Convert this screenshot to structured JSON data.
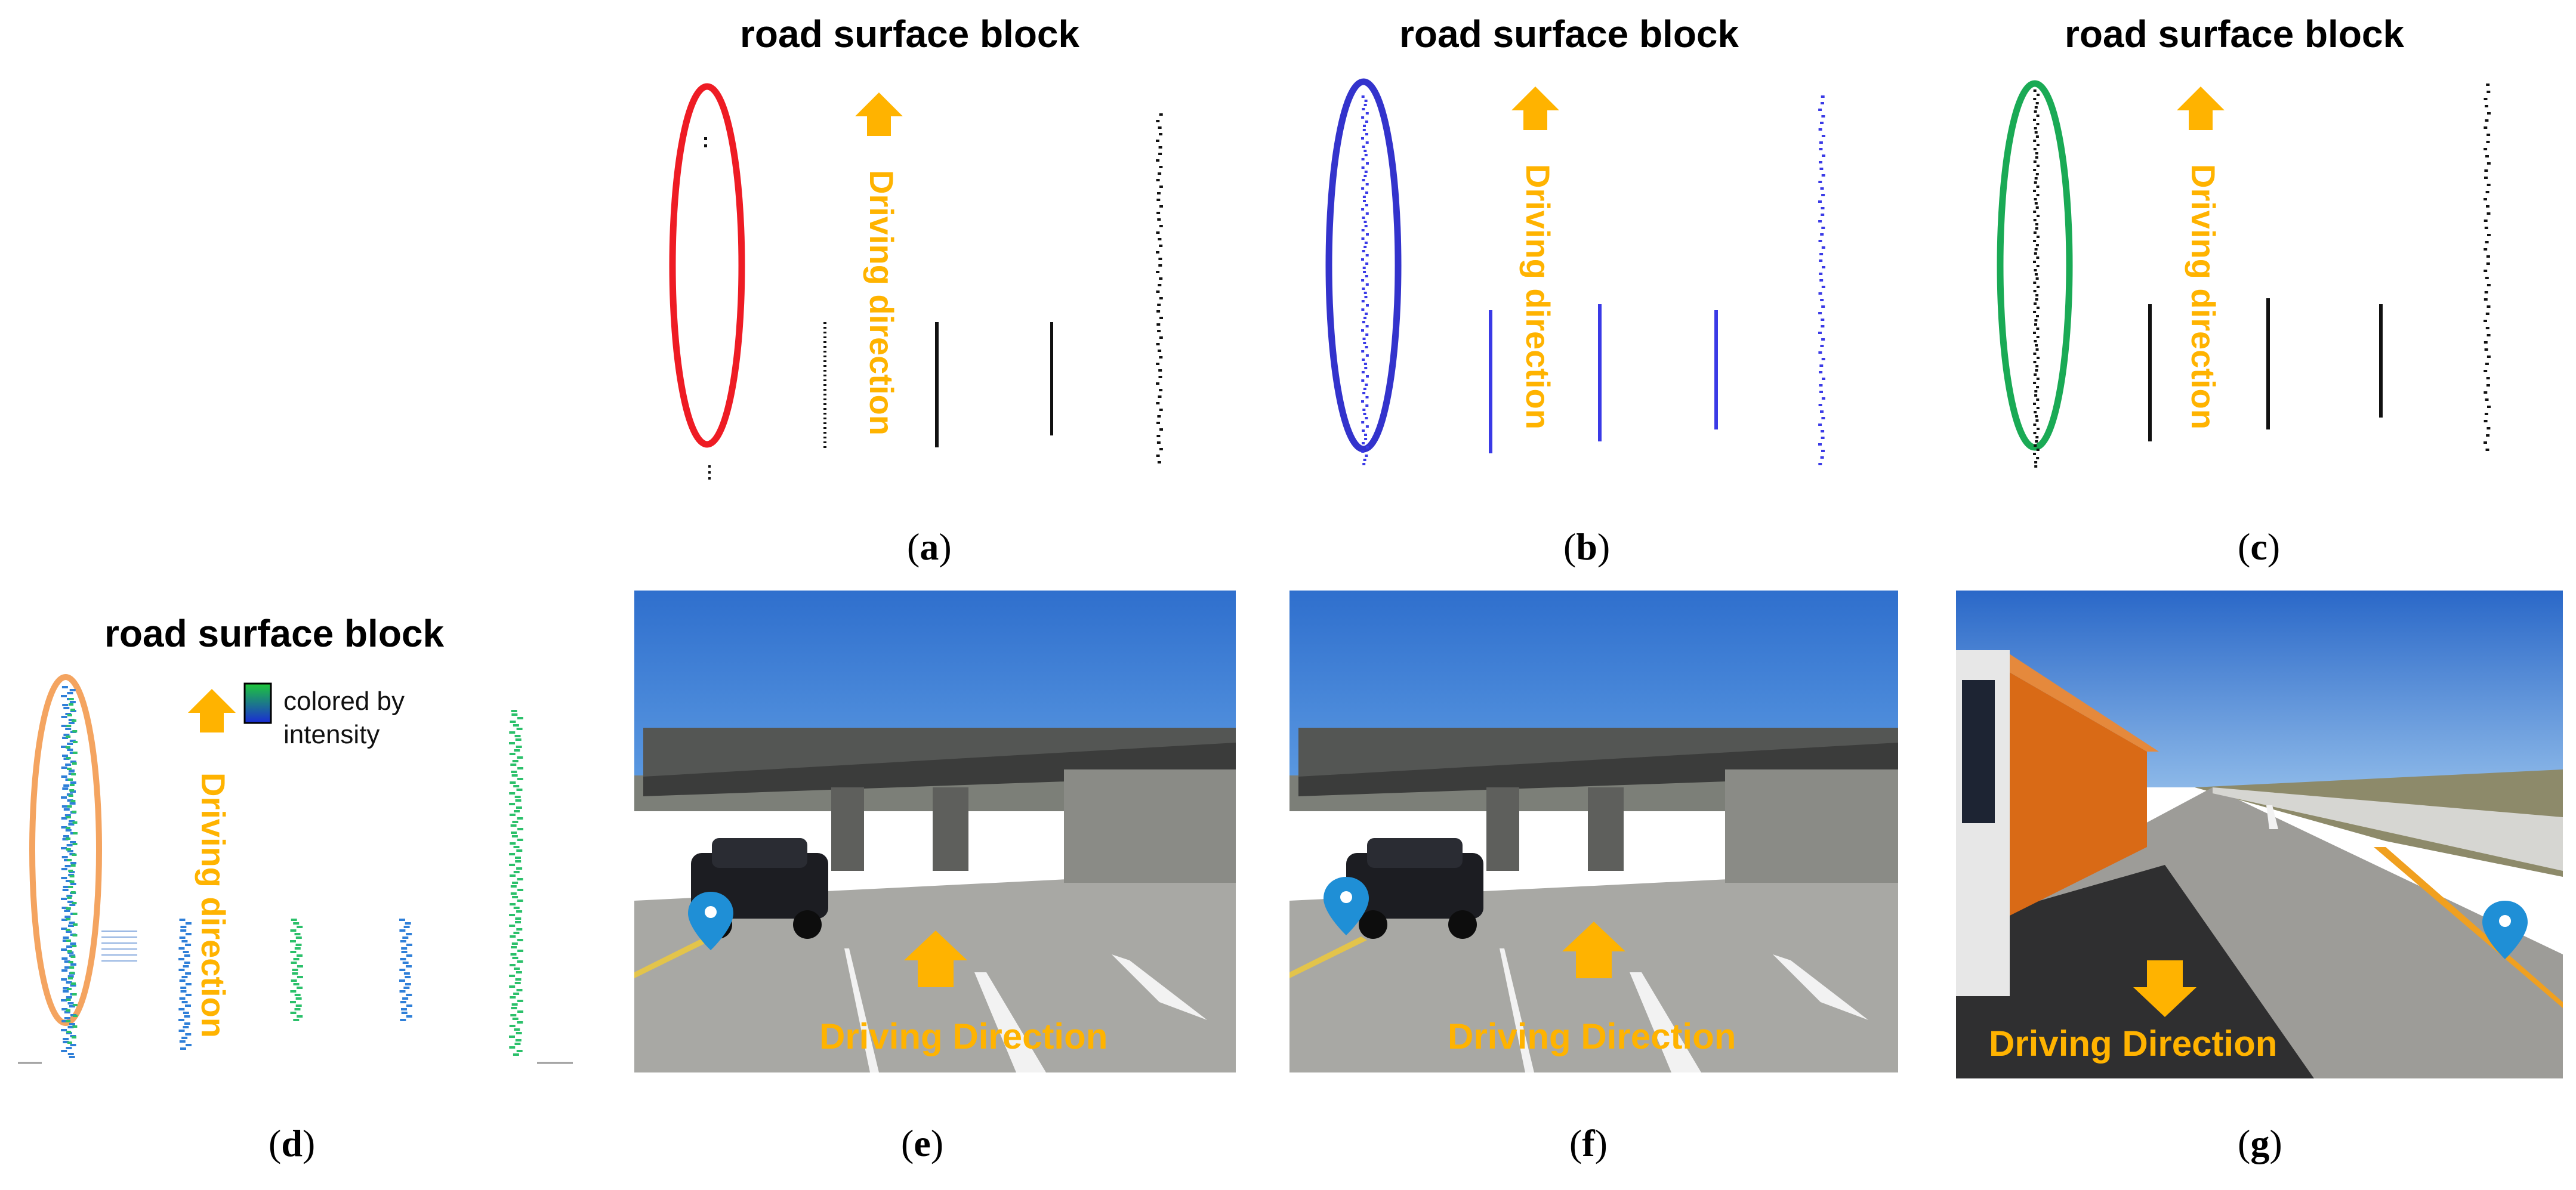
{
  "panels": {
    "a": {
      "title": "road surface block",
      "label": "a",
      "vertical_text": "Driving direction",
      "highlight_color": "#ee1c24",
      "point_color": "#111111"
    },
    "b": {
      "title": "road surface block",
      "label": "b",
      "vertical_text": "Driving direction",
      "highlight_color": "#3333cc",
      "point_color": "#3a3ae6"
    },
    "c": {
      "title": "road surface block",
      "label": "c",
      "vertical_text": "Driving direction",
      "highlight_color": "#1aaa55",
      "point_color": "#111111"
    },
    "d": {
      "title": "road surface block",
      "label": "d",
      "vertical_text": "Driving direction",
      "legend": [
        "colored by",
        "intensity"
      ],
      "highlight_color": "#f4a460"
    },
    "e": {
      "label": "e",
      "overlay_text": "Driving Direction"
    },
    "f": {
      "label": "f",
      "overlay_text": "Driving Direction"
    },
    "g": {
      "label": "g",
      "overlay_text": "Driving Direction"
    }
  },
  "colors": {
    "direction": "#ffb300",
    "marker": "#1f8fd6",
    "sky": "#3a7fd5"
  },
  "label_format": {
    "open": "(",
    "close": ")"
  }
}
